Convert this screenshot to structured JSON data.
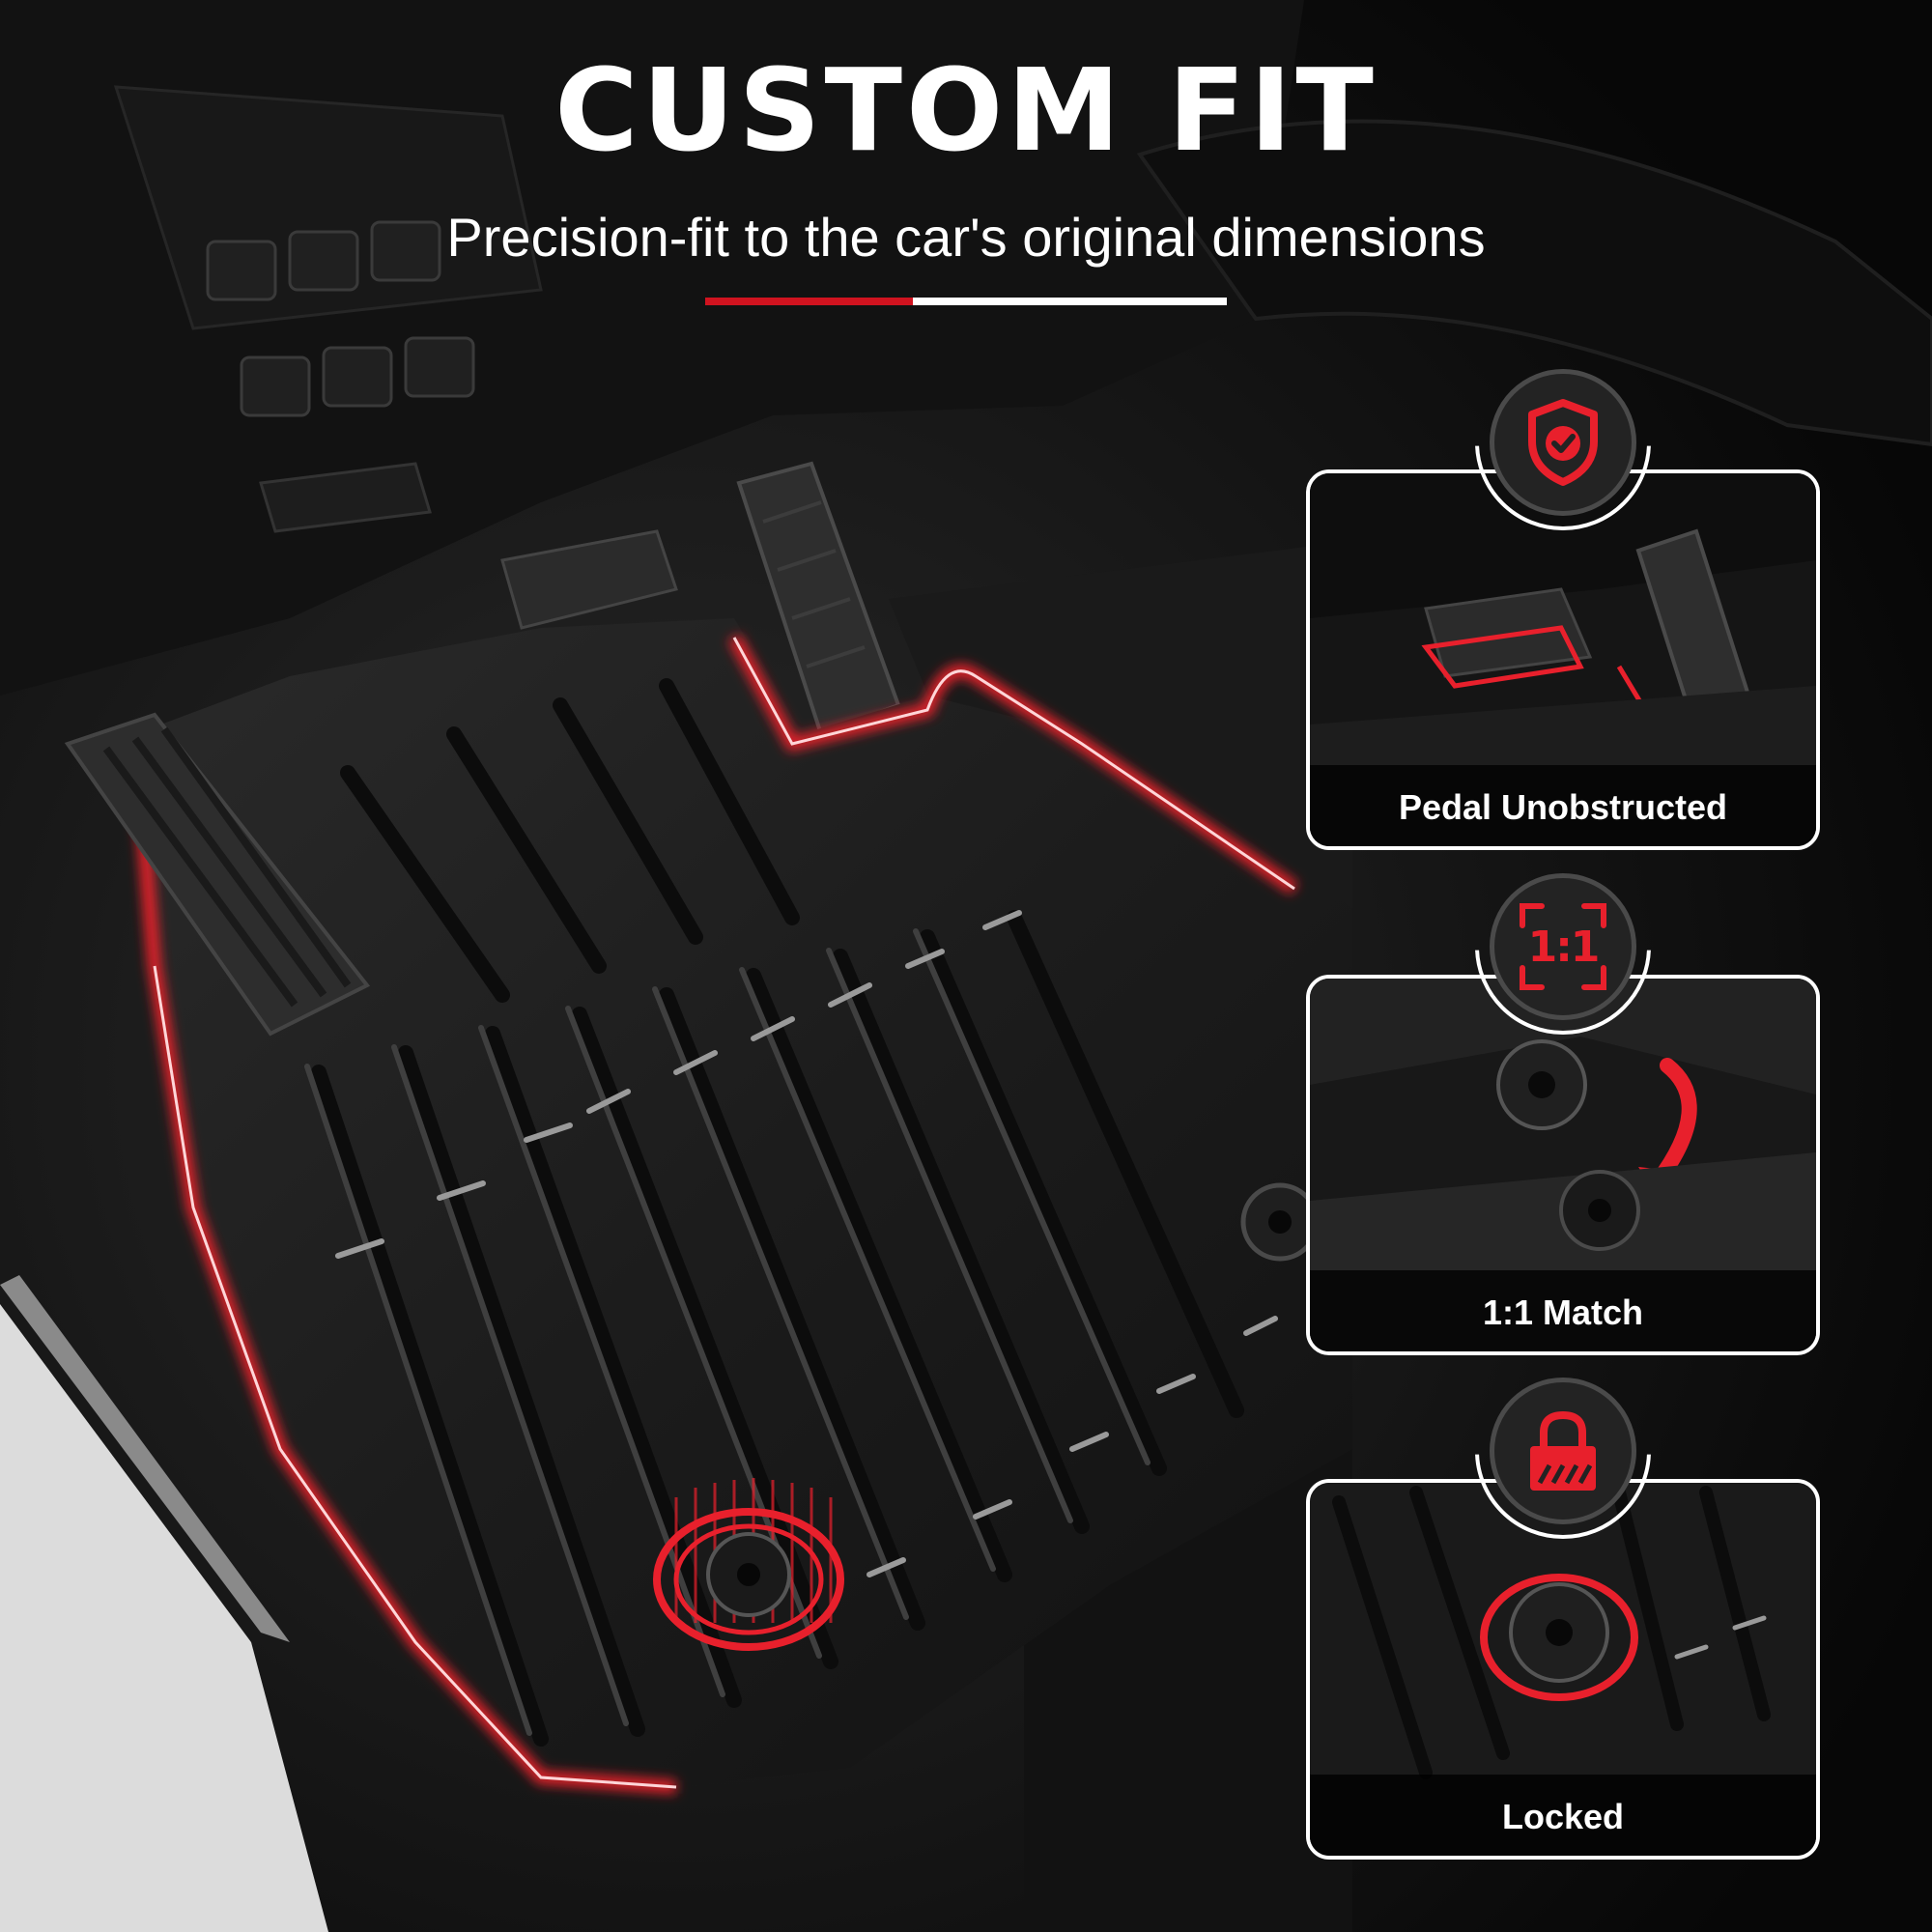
{
  "headline": "CUSTOM FIT",
  "subheadline": "Precision-fit to the car's original dimensions",
  "colors": {
    "accent_red": "#d0131f",
    "icon_red": "#e8202c",
    "divider_white": "#ffffff",
    "mat_black": "#161616",
    "background": "#0b0b0b"
  },
  "features": [
    {
      "caption": "Pedal Unobstructed",
      "icon": "shield-check-icon",
      "badge_text": ""
    },
    {
      "caption": "1:1 Match",
      "icon": "scan-frame-icon",
      "badge_text": "1:1"
    },
    {
      "caption": "Locked",
      "icon": "padlock-icon",
      "badge_text": ""
    }
  ]
}
